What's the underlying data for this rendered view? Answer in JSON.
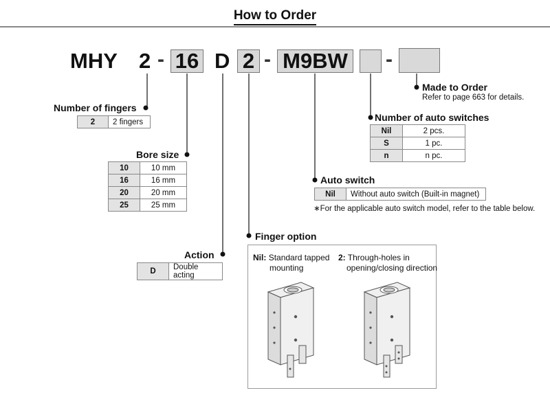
{
  "title": "How to Order",
  "model": {
    "prefix": "MHY",
    "fingers": "2",
    "bore": "16",
    "action": "D",
    "finger_option": "2",
    "auto_switch": "M9BW"
  },
  "dash": "-",
  "made_to_order": {
    "label": "Made to Order",
    "note": "Refer to page 663 for details."
  },
  "num_fingers": {
    "label": "Number of fingers",
    "rows": [
      [
        "2",
        "2 fingers"
      ]
    ]
  },
  "bore_size": {
    "label": "Bore size",
    "rows": [
      [
        "10",
        "10 mm"
      ],
      [
        "16",
        "16 mm"
      ],
      [
        "20",
        "20 mm"
      ],
      [
        "25",
        "25 mm"
      ]
    ]
  },
  "num_switches": {
    "label": "Number of auto switches",
    "rows": [
      [
        "Nil",
        "2 pcs."
      ],
      [
        "S",
        "1 pc."
      ],
      [
        "n",
        "n pc."
      ]
    ]
  },
  "auto_switch": {
    "label": "Auto switch",
    "rows": [
      [
        "Nil",
        "Without auto switch (Built-in magnet)"
      ]
    ],
    "note": "∗For the applicable auto switch model, refer to the table below."
  },
  "action": {
    "label": "Action",
    "rows": [
      [
        "D",
        "Double acting"
      ]
    ]
  },
  "finger_option": {
    "label": "Finger option",
    "nil_key": "Nil:",
    "nil_line1": "Standard tapped",
    "nil_line2": "mounting",
    "two_key": "2:",
    "two_line1": "Through-holes in",
    "two_line2": "opening/closing direction"
  },
  "colors": {
    "box_fill": "#d9d9d9",
    "key_fill": "#e3e3e3",
    "line": "#111111"
  }
}
